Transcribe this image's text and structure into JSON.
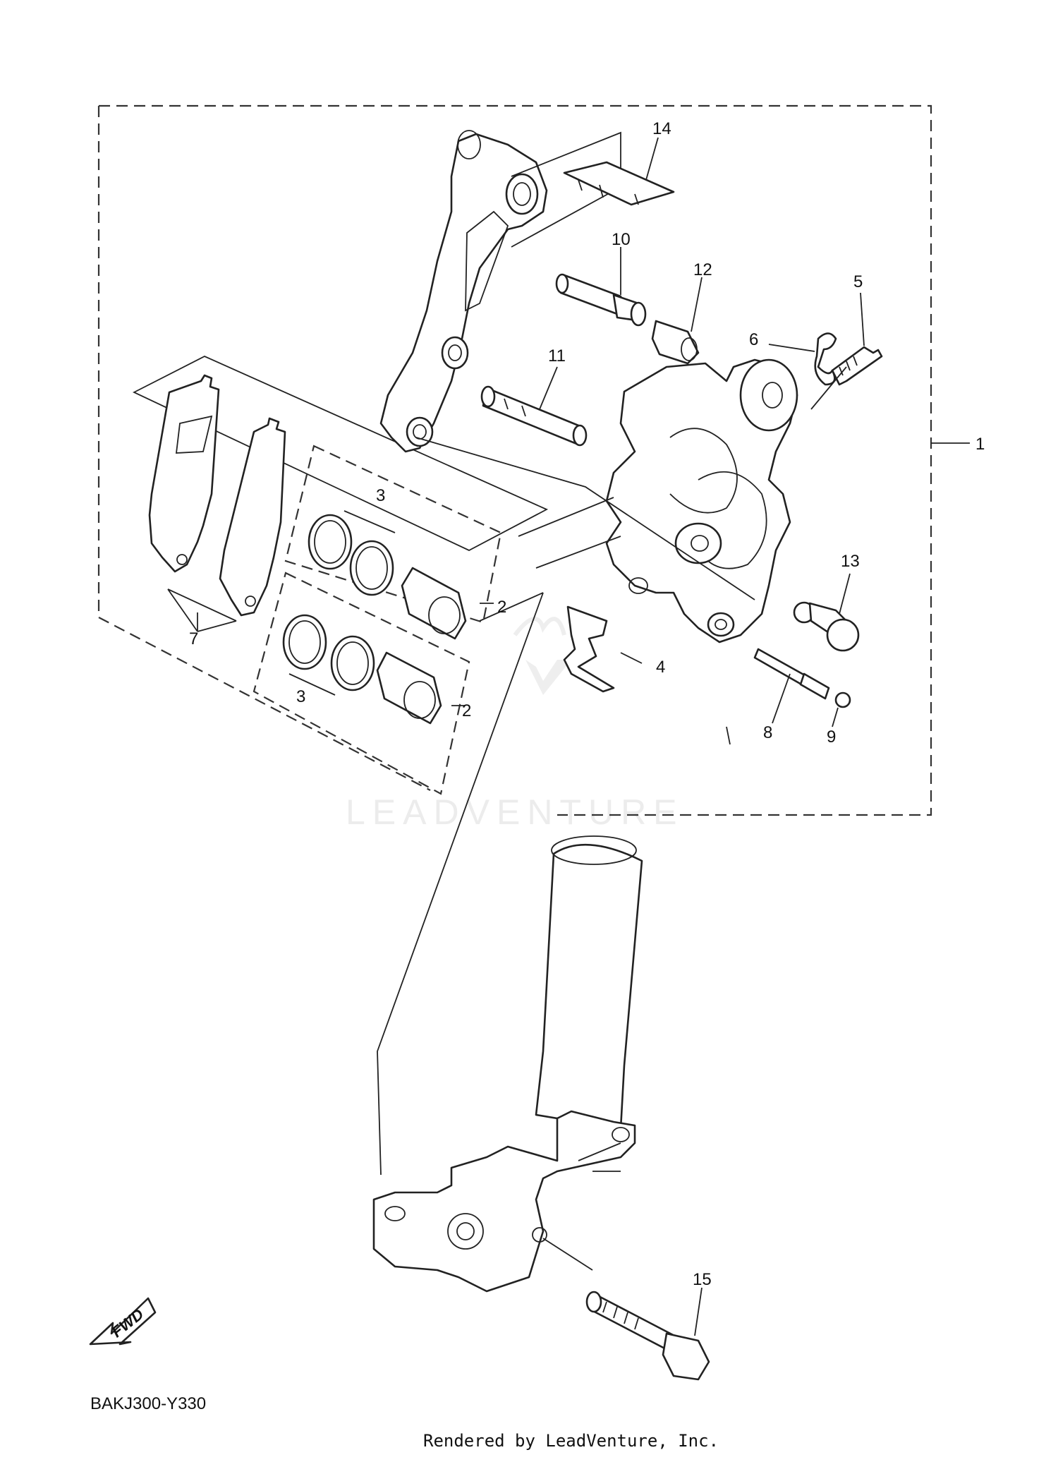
{
  "diagram": {
    "code": "BAKJ300-Y330",
    "credit": "Rendered by LeadVenture, Inc.",
    "watermark": "LEADVENTURE",
    "fwd_label": "FWD",
    "callouts": [
      "1",
      "2",
      "2",
      "3",
      "3",
      "4",
      "5",
      "6",
      "7",
      "8",
      "9",
      "10",
      "11",
      "12",
      "13",
      "14",
      "15"
    ]
  }
}
